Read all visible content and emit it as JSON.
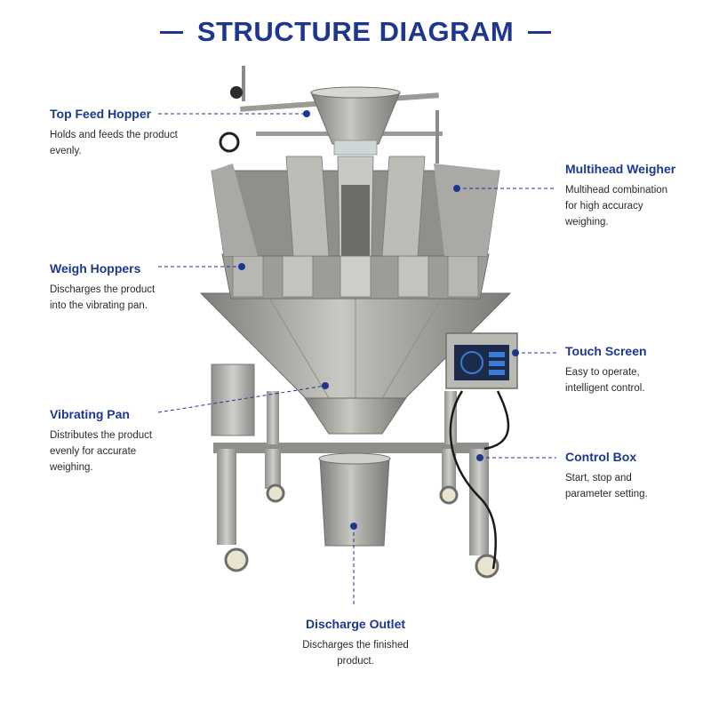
{
  "title": "STRUCTURE DIAGRAM",
  "colors": {
    "accent": "#1d3791",
    "steel": "#a9a9a4",
    "steel_dark": "#6e6e6a"
  },
  "callouts": {
    "top_feed_hopper": {
      "head": "Top Feed Hopper",
      "desc": "Holds and feeds the product evenly."
    },
    "multihead_weigher": {
      "head": "Multihead Weigher",
      "desc": "Multihead combination for high accuracy weighing."
    },
    "weigh_hoppers": {
      "head": "Weigh Hoppers",
      "desc": "Discharges the product into the vibrating pan."
    },
    "touch_screen": {
      "head": "Touch Screen",
      "desc": "Easy to operate, intelligent control."
    },
    "vibrating_pan": {
      "head": "Vibrating Pan",
      "desc": "Distributes the product evenly for accurate weighing."
    },
    "control_box": {
      "head": "Control Box",
      "desc": "Start, stop and parameter setting."
    },
    "discharge_outlet": {
      "head": "Discharge Outlet",
      "desc": "Discharges the finished product."
    }
  }
}
